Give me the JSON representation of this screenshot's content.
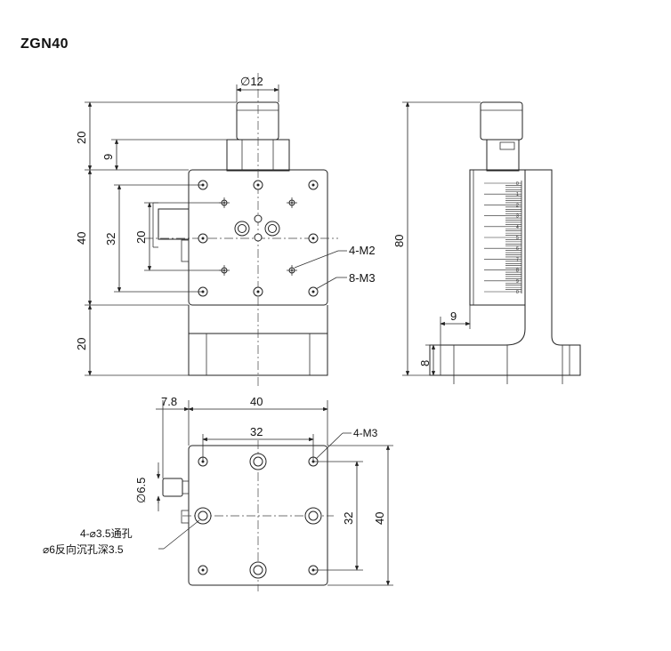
{
  "title": "ZGN40",
  "dims": {
    "knob_dia": "∅12",
    "h20_top": "20",
    "h9": "9",
    "h40": "40",
    "h32": "32",
    "h20_inner": "20",
    "h20_bottom": "20",
    "side_80": "80",
    "side_9": "9",
    "side_8": "8",
    "b_7_8": "7.8",
    "b_40_top": "40",
    "b_32_top": "32",
    "b_dia_6_5": "∅6.5",
    "b_32_right": "32",
    "b_40_right": "40"
  },
  "labels": {
    "m2": "4-M2",
    "m3_8": "8-M3",
    "m3_4": "4-M3",
    "through_hole": "4-⌀3.5通孔",
    "counterbore": "⌀6反向沉孔深3.5"
  },
  "scale_ticks": [
    "0",
    "1",
    "2",
    "3",
    "4",
    "5",
    "6",
    "7",
    "8",
    "9",
    "0"
  ]
}
